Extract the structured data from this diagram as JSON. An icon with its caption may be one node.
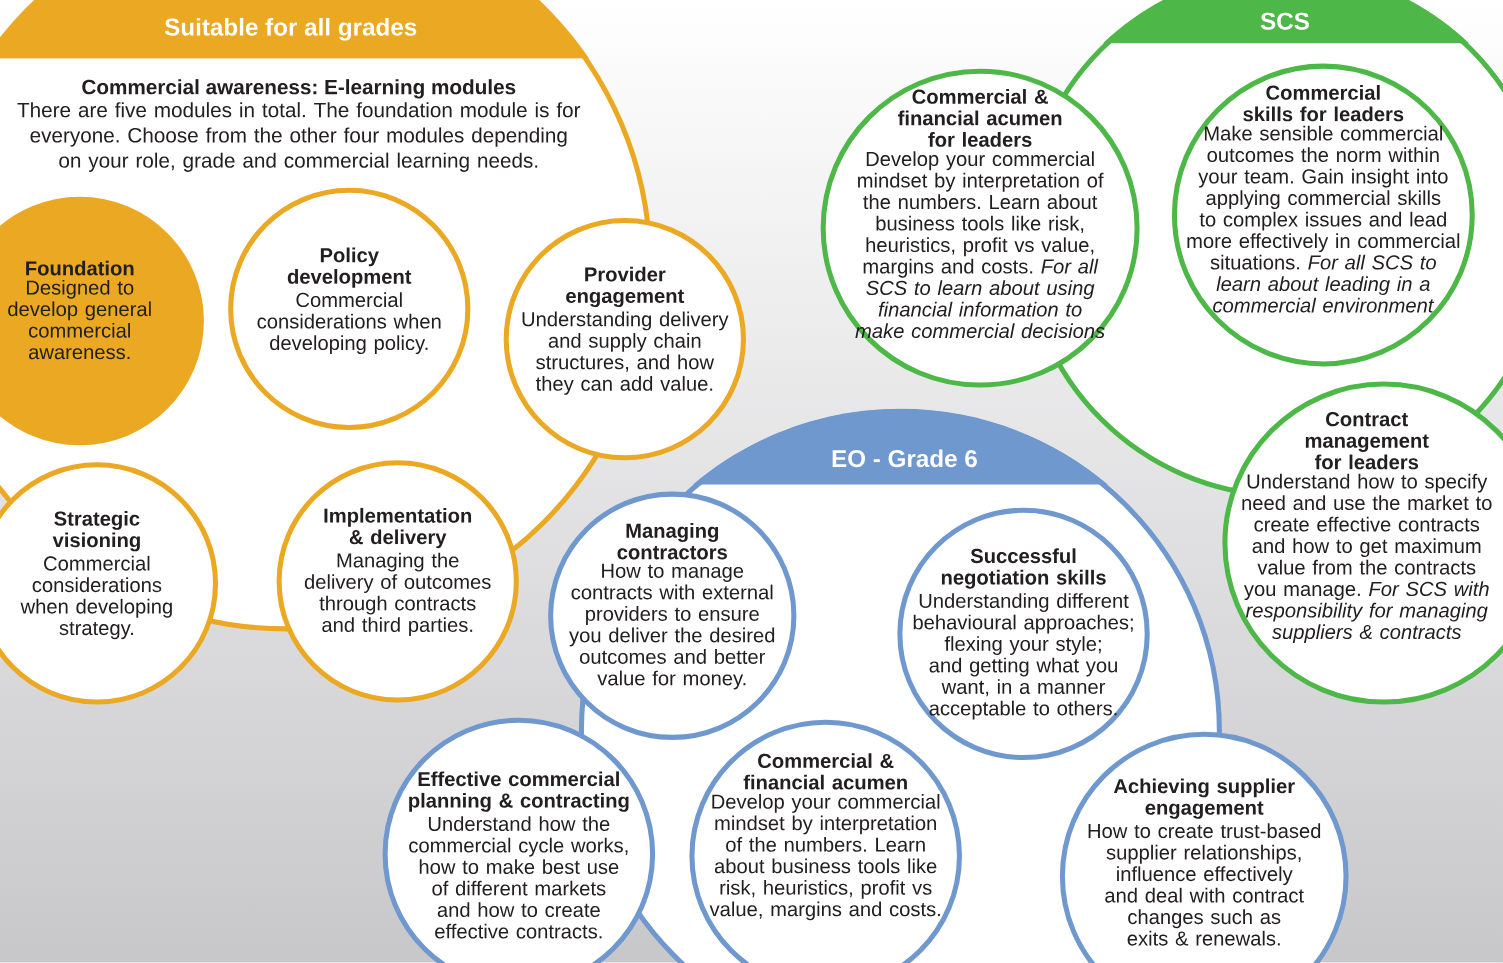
{
  "diagram": {
    "nodes": [
      {
        "text": [
          "Suitable for all grades",
          "Commercial awareness: E-learning modules",
          "There are five modules in total. The foundation module is for everyone. Choose from the other four modules depending on your role, grade and commercial learning needs."
        ]
      },
      {
        "text": [
          "Foundation",
          "Designed to develop general commercial awareness."
        ],
        "in": 0
      },
      {
        "text": [
          "Policy development",
          "Commercial considerations when developing policy."
        ],
        "in": 0
      },
      {
        "text": [
          "Provider engagement",
          "Understanding delivery and supply chain structures, and how they can add value."
        ]
      },
      {
        "text": [
          "Strategic visioning",
          "Commercial considerations when developing strategy."
        ]
      },
      {
        "text": [
          "Implementation & delivery",
          "Managing the delivery of outcomes through contracts and third parties."
        ]
      },
      {
        "text": [
          "SCS"
        ]
      },
      {
        "text": [
          "Commercial & financial acumen for leaders",
          "Develop your commercial mindset by interpretation of the numbers. Learn about business tools like risk, heuristics, profit vs value, margins and costs. *For all SCS to learn about using financial information to make commercial decisions*"
        ]
      },
      {
        "text": [
          "Commercial skills for leaders",
          "Make sensible commercial outcomes the norm within your team. Gain insight into applying commercial skills to complex issues and lead more effectively in commercial situations. *For all SCS to learn about leading in a commercial environment*"
        ],
        "in": 6
      },
      {
        "text": [
          "Contract management for leaders",
          "Understand how to specify need and use the market to create effective contracts and how to get maximum value from the contracts you manage. *For SCS with responsibility for managing suppliers & contracts*"
        ]
      },
      {
        "text": [
          "EO - Grade 6"
        ]
      },
      {
        "text": [
          "Managing contractors",
          "How to manage contracts with external providers to ensure you deliver the desired outcomes and better value for money."
        ]
      },
      {
        "text": [
          "Successful negotiation skills",
          "Understanding different behavioural approaches; flexing your style; and getting what you want, in a manner acceptable to others."
        ],
        "in": 10
      },
      {
        "text": [
          "Effective commercial planning & contracting",
          "Understand how the commercial cycle works, how to make best use of different markets and how to create effective contracts."
        ]
      },
      {
        "text": [
          "Commercial & financial acumen",
          "Develop your commercial mindset by interpretation of the numbers. Learn about business tools like risk, heuristics, profit vs value, margins and costs."
        ],
        "in": 10
      },
      {
        "text": [
          "Achieving supplier engagement",
          "How to create trust-based supplier relationships, influence effectively and deal with contract changes such as exits & renewals."
        ]
      }
    ]
  }
}
